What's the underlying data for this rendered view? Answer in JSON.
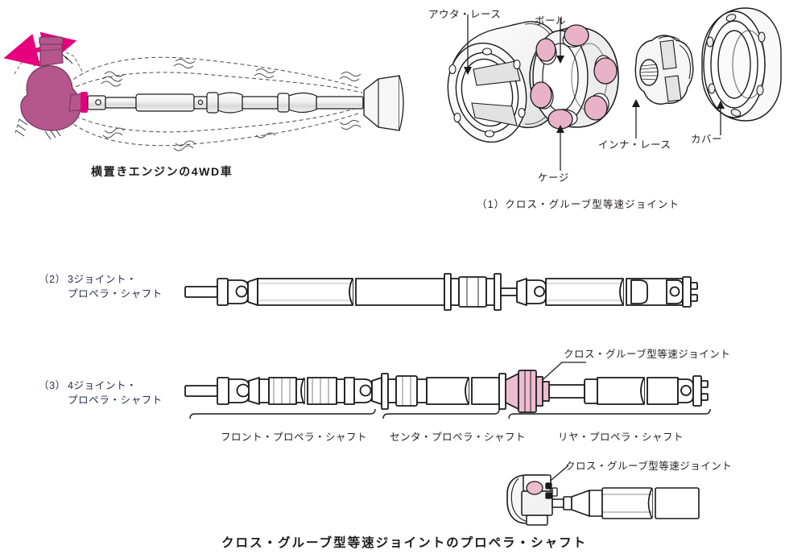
{
  "figure": {
    "title_bottom": "クロス・グルーブ型等速ジョイントのプロペラ・シャフト",
    "colors": {
      "magenta_arrow": "#e6007e",
      "transaxle_plum": "#b5578d",
      "ball_pink": "#e8b2c9",
      "cv_joint_pink": "#eebcd0",
      "metal_gray": "#e8e8e8",
      "line_black": "#1a1a1a",
      "label_navy": "#24314b"
    }
  },
  "panel_transverse": {
    "caption": "横置きエンジンの4WD車",
    "icon_swing": "double-arrow-icon"
  },
  "panel_cv_joint": {
    "caption": "（1）クロス・グルーブ型等速ジョイント",
    "callouts": [
      {
        "key": "outer_race",
        "label": "アウタ・レース"
      },
      {
        "key": "ball",
        "label": "ボール"
      },
      {
        "key": "cage",
        "label": "ケージ"
      },
      {
        "key": "inner_race",
        "label": "インナ・レース"
      },
      {
        "key": "cover",
        "label": "カバー"
      }
    ]
  },
  "panel_shaft3": {
    "index": "（2）",
    "label_line1": "3ジョイント・",
    "label_line2": "プロペラ・シャフト"
  },
  "panel_shaft4": {
    "index": "（3）",
    "label_line1": "4ジョイント・",
    "label_line2": "プロペラ・シャフト",
    "callout": "クロス・グルーブ型等速ジョイント",
    "brackets": [
      {
        "key": "front",
        "label": "フロント・プロペラ・シャフト"
      },
      {
        "key": "center",
        "label": "センタ・プロペラ・シャフト"
      },
      {
        "key": "rear",
        "label": "リヤ・プロペラ・シャフト"
      }
    ]
  },
  "panel_detail": {
    "callout": "クロス・グルーブ型等速ジョイント"
  }
}
